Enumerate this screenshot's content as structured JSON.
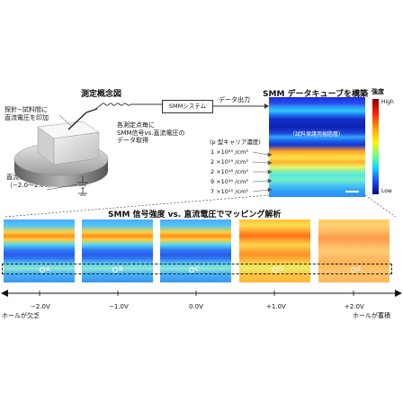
{
  "concept": {
    "title": "測定概念図",
    "probe_note": [
      "探針−試料間に",
      "直流電圧を印加"
    ],
    "sweep_note": [
      "直流電圧掃引",
      "（−2.0〜2.0V）"
    ],
    "measure_note": [
      "各測定点毎に",
      "SMM信号vs.直流電圧の",
      "データ取得"
    ],
    "system_label": "SMMシステム",
    "output_label": "データ出力"
  },
  "cube": {
    "title": "SMM データキューブを構築",
    "protective_film": "（試料保護用樹脂層）",
    "carrier_header": "(p 型キャリア濃度)",
    "carriers": [
      "1 ×10²⁰ /cm³",
      "2 ×10¹⁹ /cm³",
      "2 ×10¹⁸ /cm³",
      "9 ×10¹⁶ /cm³",
      "7 ×10¹⁵ /cm³"
    ],
    "colorbar_title": "強度",
    "colorbar_high": "High",
    "colorbar_low": "Low"
  },
  "mapping": {
    "title": "SMM 信号強度 vs. 直流電圧でマッピング解析",
    "points": [
      "A",
      "B",
      "C",
      "D",
      "E"
    ],
    "voltages": [
      "−2.0V",
      "−1.0V",
      "0.0V",
      "+1.0V",
      "+2.0V"
    ],
    "left_note": "ホールが欠乏",
    "right_note": "ホールが蓄積"
  }
}
